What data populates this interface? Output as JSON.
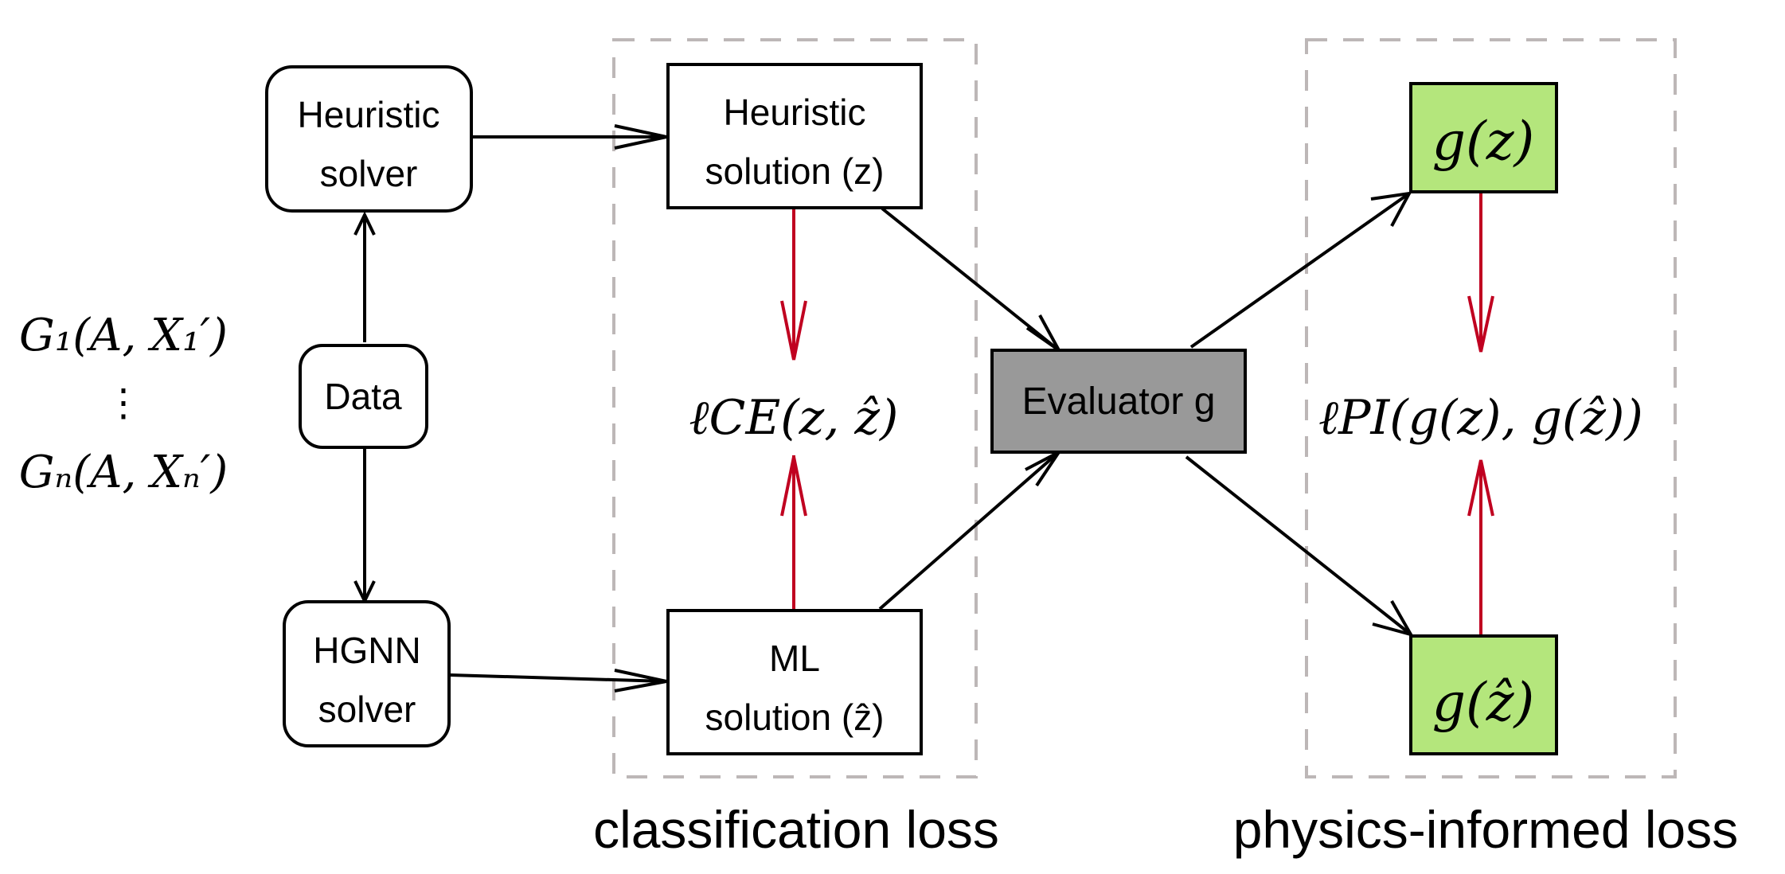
{
  "colors": {
    "black": "#000000",
    "red": "#c00020",
    "green_fill": "#b4e67c",
    "gray_fill": "#999999",
    "dash_gray": "#bdb7b7"
  },
  "inputs": {
    "graph_first": "G₁(A, X₁′)",
    "ellipsis": "⋮",
    "graph_last": "Gₙ(A, Xₙ′)"
  },
  "nodes": {
    "heuristic_solver": [
      "Heuristic",
      "solver"
    ],
    "data": "Data",
    "hgnn_solver": [
      "HGNN",
      "solver"
    ],
    "heuristic_solution": [
      "Heuristic",
      "solution (z)"
    ],
    "ml_solution": [
      "ML",
      "solution (ẑ)"
    ],
    "evaluator": "Evaluator g",
    "g_z": "g(z)",
    "g_zhat": "g(ẑ)"
  },
  "losses": {
    "ce": "ℓCE(z, ẑ)",
    "pi": "ℓPI(g(z), g(ẑ))"
  },
  "groups": {
    "classification": "classification loss",
    "physics": "physics-informed loss"
  }
}
